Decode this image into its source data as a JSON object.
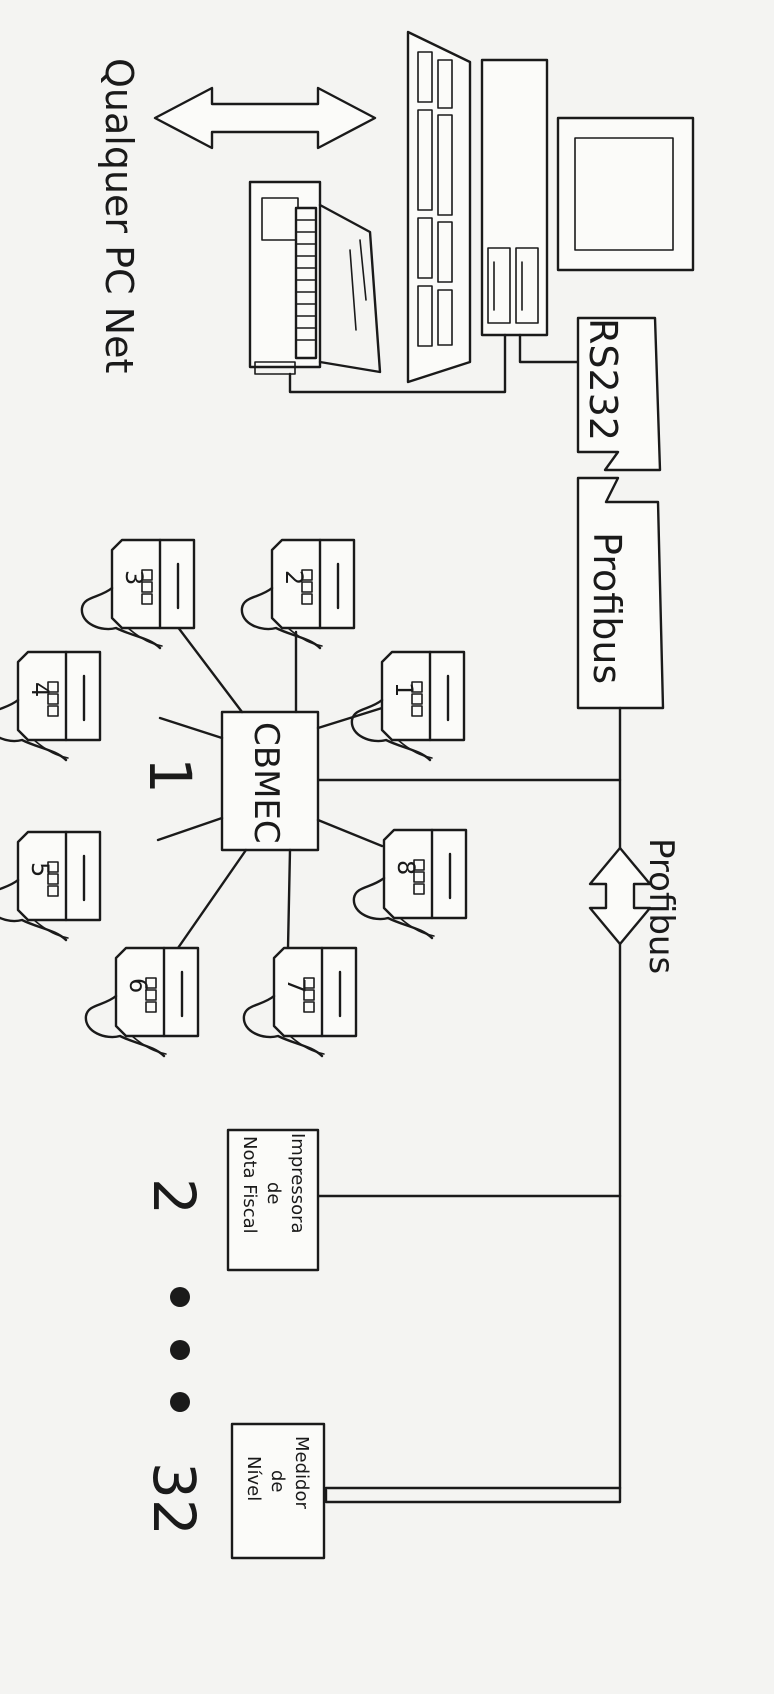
{
  "network": {
    "pc_net_label": "Qualquer PC Net",
    "rs232_label": "RS232",
    "profibus_link_label": "Profibus",
    "profibus_bus_label": "Profibus",
    "cbmec_label": "CBMEC",
    "pumps": [
      "1",
      "2",
      "3",
      "4",
      "5",
      "6",
      "7",
      "8"
    ],
    "node_1_number": "1",
    "node_2_number": "2",
    "node_last_number": "32",
    "printer_label": [
      "Impressora",
      "de",
      "Nota Fiscal"
    ],
    "level_meter_label": [
      "Medidor",
      "de",
      "Nível"
    ]
  }
}
